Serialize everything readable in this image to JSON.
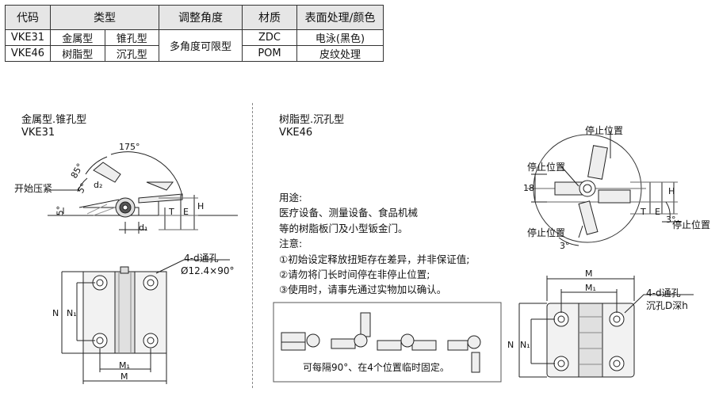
{
  "spec_table": {
    "headers": [
      "代码",
      "类型",
      "调整角度",
      "材质",
      "表面处理/颜色"
    ],
    "rows": [
      {
        "code": "VKE31",
        "type_a": "金属型",
        "type_b": "锥孔型",
        "material": "ZDC",
        "finish": "电泳(黑色)"
      },
      {
        "code": "VKE46",
        "type_a": "树脂型",
        "type_b": "沉孔型",
        "material": "POM",
        "finish": "皮纹处理"
      }
    ],
    "angle_merged": "多角度可限型"
  },
  "left_panel": {
    "title": "金属型.锥孔型",
    "code": "VKE31",
    "labels": {
      "angle_175": "175°",
      "angle_85": "85°",
      "angle_5a": "5°",
      "angle_5b": "5°",
      "start_press": "开始压紧",
      "d2": "d₂",
      "d1": "d₁",
      "T": "T",
      "E": "E",
      "H": "H",
      "hole_spec_1": "4-d通孔",
      "hole_spec_2": "Ø12.4×90°",
      "N": "N",
      "N1": "N₁",
      "M1": "M₁",
      "M": "M"
    }
  },
  "right_panel": {
    "title": "树脂型.沉孔型",
    "code": "VKE46",
    "labels": {
      "stop_top": "停止位置",
      "stop_left": "停止位置",
      "stop_bottom": "停止位置",
      "stop_right": "停止位置",
      "dim_18": "18",
      "H": "H",
      "E": "E",
      "T": "T",
      "angle_3a": "3°",
      "angle_3b": "3°",
      "M": "M",
      "M1": "M₁",
      "N": "N",
      "N1": "N₁",
      "hole_spec_1": "4-d通孔",
      "hole_spec_2": "沉孔D深h"
    },
    "notes": [
      "用途:",
      "医疗设备、测量设备、食品机械",
      "等的树脂板门及小型钣金门。",
      "注意:",
      "①初始设定释放扭矩存在差异，并非保证值;",
      "②请勿将门长时间停在非停止位置;",
      "③使用时，请事先通过实物加以确认。"
    ],
    "box_caption": "可每隔90°、在4个位置临时固定。"
  }
}
